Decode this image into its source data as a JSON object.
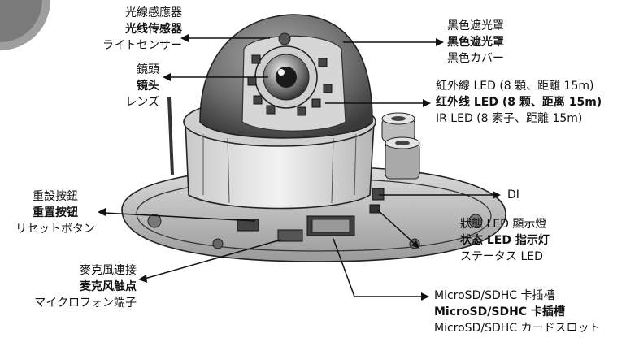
{
  "labels": {
    "sensor": {
      "zh_tw": "光線感應器",
      "zh_cn": "光线传感器",
      "ja": "ライトセンサー"
    },
    "lens": {
      "zh_tw": "鏡頭",
      "zh_cn": "镜头",
      "ja": "レンズ"
    },
    "reset": {
      "zh_tw": "重設按鈕",
      "zh_cn": "重置按钮",
      "ja": "リセットボタン"
    },
    "mic": {
      "zh_tw": "麥克風連接",
      "zh_cn": "麦克风触点",
      "ja": "マイクロフォン端子"
    },
    "cover": {
      "zh_tw": "黑色遮光罩",
      "zh_cn": "黑色遮光罩",
      "ja": "黑色カバー"
    },
    "ir": {
      "zh_tw": "紅外線 LED (8 顆、距離 15m)",
      "zh_cn": "红外线 LED (8 颗、距离 15m)",
      "en": "IR LED (8 素子、距離 15m)"
    },
    "di": {
      "en": "DI"
    },
    "status": {
      "zh_tw": "狀態 LED 顯示燈",
      "zh_cn": "状态 LED 指示灯",
      "ja": "ステータス LED"
    },
    "microsd": {
      "zh_tw": "MicroSD/SDHC 卡插槽",
      "zh_cn": "MicroSD/SDHC 卡插槽",
      "ja": "MicroSD/SDHC カードスロット"
    }
  }
}
